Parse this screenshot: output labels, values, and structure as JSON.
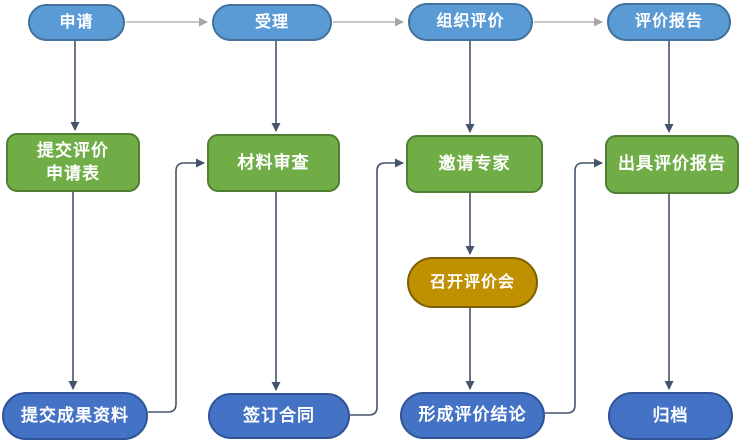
{
  "diagram": {
    "type": "flowchart",
    "background": "#FFFFFF",
    "description": "Evaluation workflow with four stage columns"
  },
  "nodes": {
    "apply": {
      "label": "申请",
      "kind": "stage"
    },
    "accept": {
      "label": "受理",
      "kind": "stage"
    },
    "organize_evaluation": {
      "label": "组织评价",
      "kind": "stage"
    },
    "evaluation_report": {
      "label": "评价报告",
      "kind": "stage"
    },
    "submit_application_form": {
      "label": "提交评价\n申请表",
      "kind": "process"
    },
    "material_review": {
      "label": "材料审查",
      "kind": "process"
    },
    "invite_experts": {
      "label": "邀请专家",
      "kind": "process"
    },
    "issue_evaluation_report": {
      "label": "出具评价报告",
      "kind": "process"
    },
    "hold_evaluation_meeting": {
      "label": "召开评价会",
      "kind": "meeting"
    },
    "submit_achievement_materials": {
      "label": "提交成果资料",
      "kind": "output"
    },
    "sign_contract": {
      "label": "签订合同",
      "kind": "output"
    },
    "form_evaluation_conclusion": {
      "label": "形成评价结论",
      "kind": "output"
    },
    "archive": {
      "label": "归档",
      "kind": "output"
    }
  },
  "edges": [
    {
      "from": "apply",
      "to": "accept",
      "style": "gray-horizontal"
    },
    {
      "from": "accept",
      "to": "organize_evaluation",
      "style": "gray-horizontal"
    },
    {
      "from": "organize_evaluation",
      "to": "evaluation_report",
      "style": "gray-horizontal"
    },
    {
      "from": "apply",
      "to": "submit_application_form",
      "style": "dark-vertical"
    },
    {
      "from": "accept",
      "to": "material_review",
      "style": "dark-vertical"
    },
    {
      "from": "organize_evaluation",
      "to": "invite_experts",
      "style": "dark-vertical"
    },
    {
      "from": "evaluation_report",
      "to": "issue_evaluation_report",
      "style": "dark-vertical"
    },
    {
      "from": "submit_application_form",
      "to": "submit_achievement_materials",
      "style": "dark-vertical"
    },
    {
      "from": "material_review",
      "to": "sign_contract",
      "style": "dark-vertical"
    },
    {
      "from": "invite_experts",
      "to": "hold_evaluation_meeting",
      "style": "dark-vertical"
    },
    {
      "from": "hold_evaluation_meeting",
      "to": "form_evaluation_conclusion",
      "style": "dark-vertical"
    },
    {
      "from": "issue_evaluation_report",
      "to": "archive",
      "style": "dark-vertical"
    },
    {
      "from": "submit_achievement_materials",
      "to": "material_review",
      "style": "dark-elbow"
    },
    {
      "from": "sign_contract",
      "to": "invite_experts",
      "style": "dark-elbow"
    },
    {
      "from": "form_evaluation_conclusion",
      "to": "issue_evaluation_report",
      "style": "dark-elbow"
    }
  ],
  "colors": {
    "stage_pill_fill": "#5B9BD5",
    "stage_pill_border": "#41719C",
    "process_box_fill": "#70AD47",
    "process_box_border": "#507E32",
    "meeting_pill_fill": "#BF9000",
    "meeting_pill_border": "#7F6000",
    "output_pill_fill": "#4472C4",
    "output_pill_border": "#2F5597",
    "connector_dark": "#44546A",
    "connector_gray": "#B5B5B5",
    "connector_gray_head": "#A6A6A6",
    "node_text": "#FFFFFF"
  }
}
